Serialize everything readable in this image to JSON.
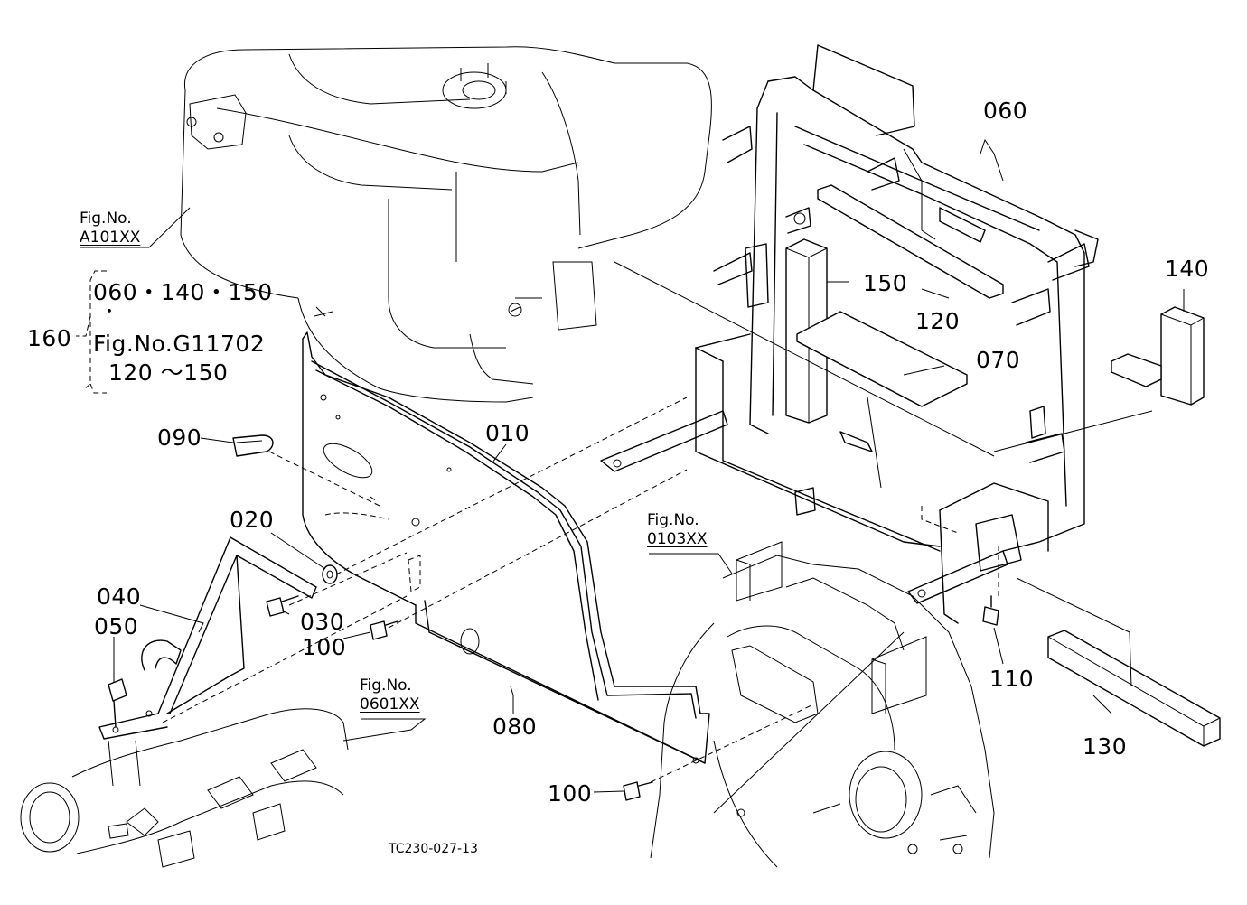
{
  "callouts": {
    "p010": "010",
    "p020": "020",
    "p030": "030",
    "p040": "040",
    "p050": "050",
    "p060": "060",
    "p070": "070",
    "p080": "080",
    "p090": "090",
    "p100a": "100",
    "p100b": "100",
    "p110": "110",
    "p120": "120",
    "p130": "130",
    "p140": "140",
    "p150": "150",
    "p160": "160"
  },
  "kit": {
    "line1": "060・140・150",
    "bullet": "・",
    "line2": "Fig.No.G11702",
    "line3": "120 ～150"
  },
  "fig_refs": [
    {
      "label": "Fig.No.",
      "ref": "A101XX"
    },
    {
      "label": "Fig.No.",
      "ref": "0103XX"
    },
    {
      "label": "Fig.No.",
      "ref": "0601XX"
    }
  ],
  "drawing_code": "TC230-027-13"
}
